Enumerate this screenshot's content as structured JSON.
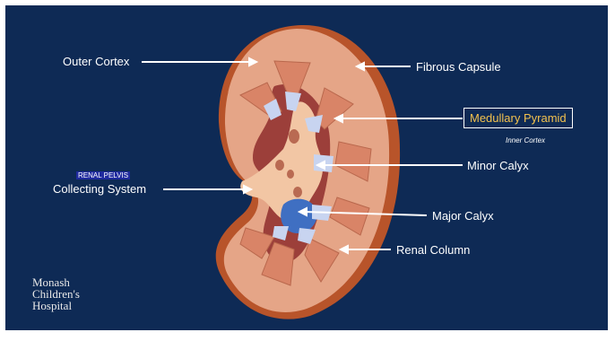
{
  "labels": {
    "outer_cortex": "Outer Cortex",
    "fibrous_capsule": "Fibrous Capsule",
    "medullary_pyramid": "Medullary Pyramid",
    "inner_cortex": "Inner Cortex",
    "minor_calyx": "Minor Calyx",
    "renal_pelvis": "RENAL PELVIS",
    "collecting_system": "Collecting System",
    "major_calyx": "Major Calyx",
    "renal_column": "Renal Column"
  },
  "logo": {
    "line1": "Monash",
    "line2": "Children's",
    "line3": "Hospital"
  },
  "colors": {
    "background": "#0e2a55",
    "capsule": "#b8542a",
    "cortex": "#e5a587",
    "pyramid": "#d98467",
    "calyx": "#c8d4f0",
    "pelvis": "#f2c6a4",
    "major_calyx": "#3f6fc2",
    "highlight_text": "#f2c14e"
  }
}
